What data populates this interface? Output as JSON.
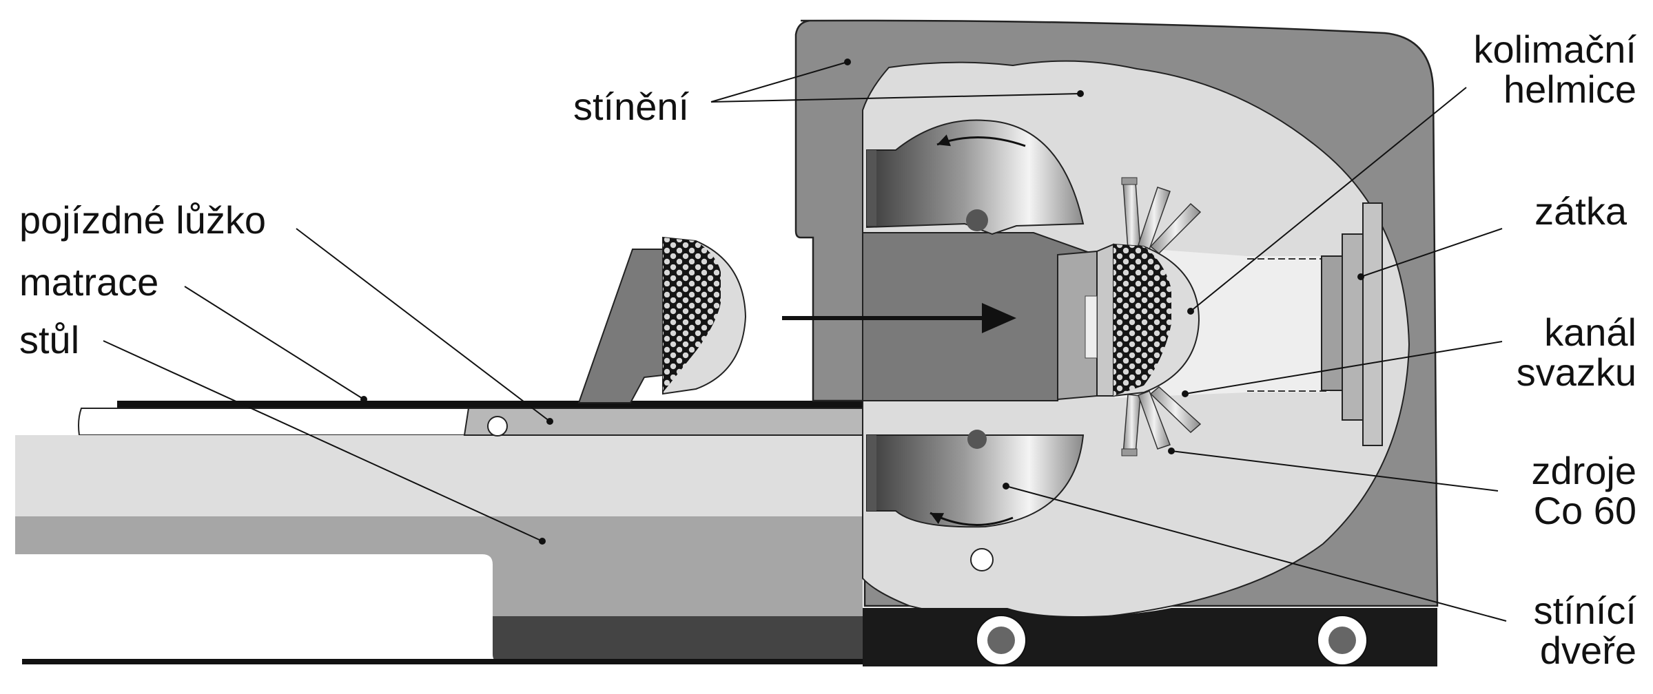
{
  "labels": {
    "stineni": "stínění",
    "pojizdne_luzko": "pojízdné lůžko",
    "matrace": "matrace",
    "stul": "stůl",
    "kolimacni_helmice": [
      "kolimační",
      "helmice"
    ],
    "zatka": "zátka",
    "kanal_svazku": [
      "kanál",
      "svazku"
    ],
    "zdroje_co60": [
      "zdroje",
      "Co 60"
    ],
    "stinici_dvere": [
      "stínící",
      "dveře"
    ]
  },
  "colors": {
    "outer_shield": "#8c8c8c",
    "inner_shield": "#dcdcdc",
    "dark_fill": "#7a7a7a",
    "table_light": "#dedede",
    "table_mid": "#a6a6a6",
    "table_dark": "#444444",
    "base_black": "#1a1a1a",
    "line": "#111111"
  },
  "icons": [
    "arrow-icon",
    "rotation-arrow-icon",
    "wheel-icon",
    "collimator-helmet-icon"
  ]
}
